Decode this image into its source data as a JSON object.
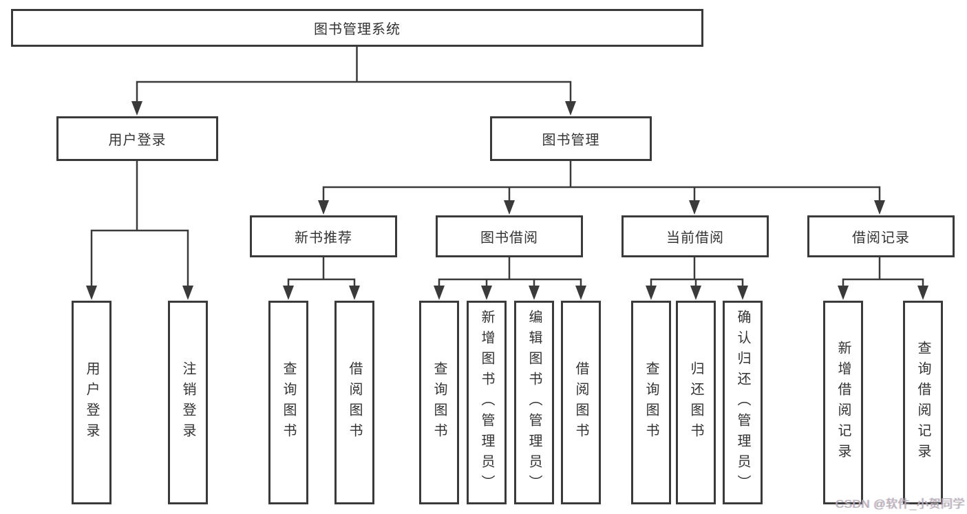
{
  "diagram_title": "图书管理系统",
  "tree": {
    "root": {
      "label": "图书管理系统"
    },
    "level2": [
      {
        "label": "用户登录",
        "children": [
          {
            "label": "用户登录"
          },
          {
            "label": "注销登录"
          }
        ]
      },
      {
        "label": "图书管理",
        "children": [
          {
            "label": "新书推荐",
            "children": [
              {
                "label": "查询图书"
              },
              {
                "label": "借阅图书"
              }
            ]
          },
          {
            "label": "图书借阅",
            "children": [
              {
                "label": "查询图书"
              },
              {
                "label": "新增图书（管理员）"
              },
              {
                "label": "编辑图书（管理员）"
              },
              {
                "label": "借阅图书"
              }
            ]
          },
          {
            "label": "当前借阅",
            "children": [
              {
                "label": "查询图书"
              },
              {
                "label": "归还图书"
              },
              {
                "label": "确认归还（管理员）"
              }
            ]
          },
          {
            "label": "借阅记录",
            "children": [
              {
                "label": "新增借阅记录"
              },
              {
                "label": "查询借阅记录"
              }
            ]
          }
        ]
      }
    ]
  },
  "watermark": {
    "text": "CSDN @软件_小贺同学"
  },
  "colors": {
    "line": "#3a3a3a",
    "text": "#333333",
    "watermark": "#b2b2b2",
    "background": "#ffffff"
  }
}
